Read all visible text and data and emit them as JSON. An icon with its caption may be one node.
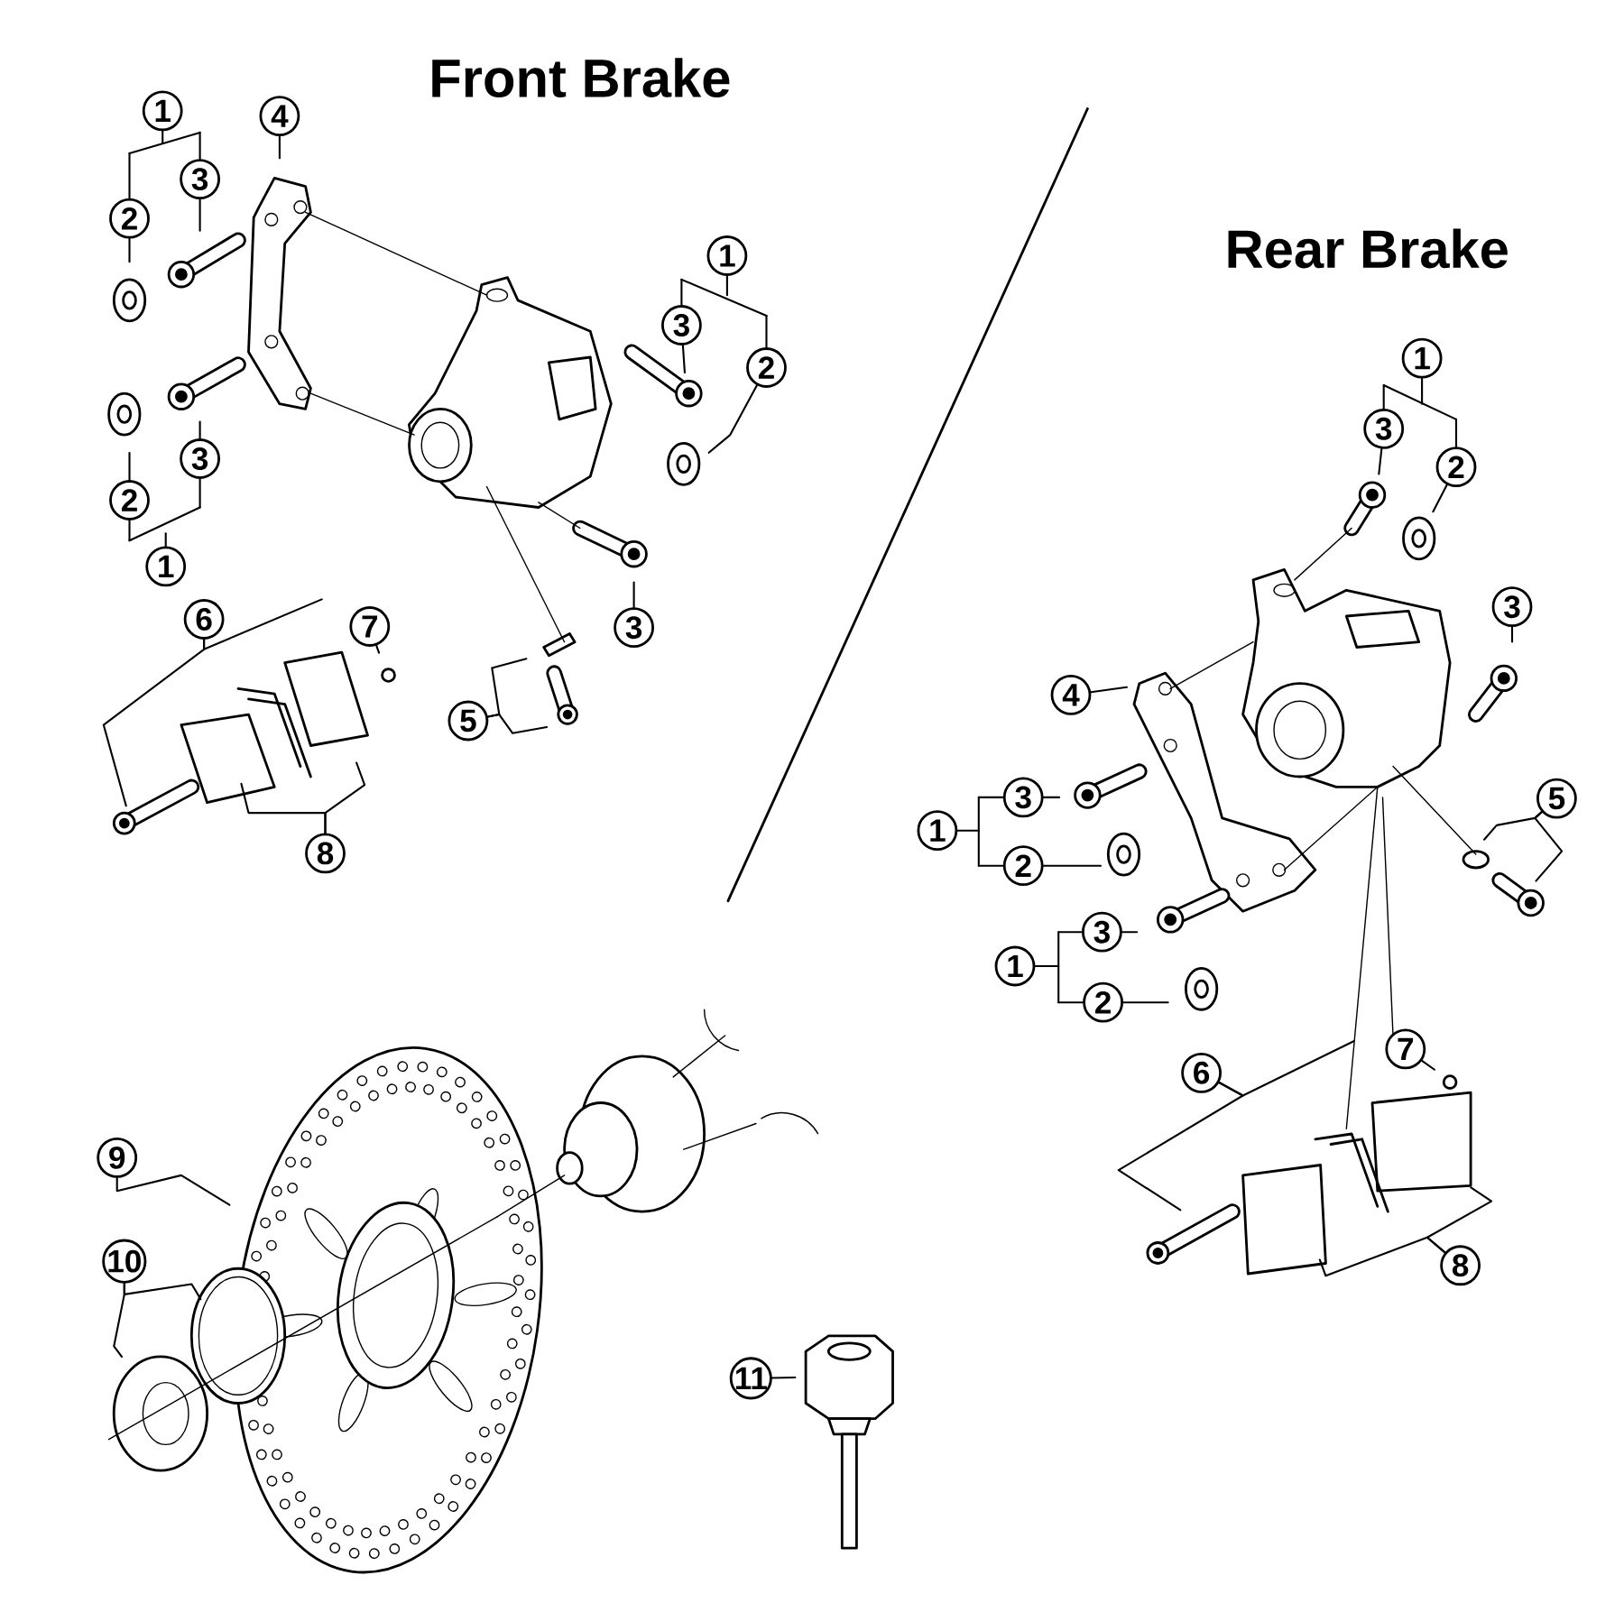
{
  "diagram": {
    "nodes": [
      {
        "text": [
          "1"
        ]
      },
      {
        "text": [
          "4"
        ]
      },
      {
        "text": [
          "3"
        ]
      },
      {
        "text": [
          "2"
        ]
      },
      {
        "text": [
          "1"
        ]
      },
      {
        "text": [
          "3"
        ]
      },
      {
        "text": [
          "2"
        ]
      },
      {
        "text": [
          "3"
        ]
      },
      {
        "text": [
          "2"
        ]
      },
      {
        "text": [
          "1"
        ]
      },
      {
        "text": [
          "6"
        ]
      },
      {
        "text": [
          "3"
        ]
      },
      {
        "text": [
          "7"
        ]
      },
      {
        "text": [
          "5"
        ]
      },
      {
        "text": [
          "8"
        ]
      },
      {
        "text": [
          "1"
        ]
      },
      {
        "text": [
          "3"
        ]
      },
      {
        "text": [
          "2"
        ]
      },
      {
        "text": [
          "3"
        ]
      },
      {
        "text": [
          "4"
        ]
      },
      {
        "text": [
          "3"
        ]
      },
      {
        "text": [
          "5"
        ]
      },
      {
        "text": [
          "1"
        ]
      },
      {
        "text": [
          "2"
        ]
      },
      {
        "text": [
          "3"
        ]
      },
      {
        "text": [
          "1"
        ]
      },
      {
        "text": [
          "2"
        ]
      },
      {
        "text": [
          "7"
        ]
      },
      {
        "text": [
          "6"
        ]
      },
      {
        "text": [
          "8"
        ]
      },
      {
        "text": [
          "9"
        ]
      },
      {
        "text": [
          "10"
        ]
      },
      {
        "text": [
          "11"
        ]
      }
    ],
    "edges": [
      {
        "from": 1,
        "to": null,
        "arrow": "none"
      },
      {
        "from": 2,
        "to": null,
        "arrow": "none"
      },
      {
        "from": 3,
        "to": null,
        "arrow": "none"
      },
      {
        "from": 5,
        "to": null,
        "arrow": "none"
      },
      {
        "from": 6,
        "to": null,
        "arrow": "none"
      },
      {
        "from": 7,
        "to": null,
        "arrow": "none"
      },
      {
        "from": 8,
        "to": null,
        "arrow": "none"
      },
      {
        "from": 10,
        "to": null,
        "arrow": "none"
      },
      {
        "from": 10,
        "to": null,
        "arrow": "none"
      },
      {
        "from": 12,
        "to": null,
        "arrow": "none"
      },
      {
        "from": 11,
        "to": null,
        "arrow": "none"
      },
      {
        "from": 13,
        "to": null,
        "arrow": "none"
      },
      {
        "from": 13,
        "to": null,
        "arrow": "none"
      },
      {
        "from": 14,
        "to": null,
        "arrow": "none"
      },
      {
        "from": 14,
        "to": null,
        "arrow": "none"
      },
      {
        "from": 16,
        "to": null,
        "arrow": "none"
      },
      {
        "from": 17,
        "to": null,
        "arrow": "none"
      },
      {
        "from": 18,
        "to": null,
        "arrow": "none"
      },
      {
        "from": 19,
        "to": null,
        "arrow": "none"
      },
      {
        "from": 20,
        "to": null,
        "arrow": "none"
      },
      {
        "from": 23,
        "to": null,
        "arrow": "none"
      },
      {
        "from": 21,
        "to": null,
        "arrow": "none"
      },
      {
        "from": 21,
        "to": null,
        "arrow": "none"
      },
      {
        "from": 24,
        "to": null,
        "arrow": "none"
      },
      {
        "from": 26,
        "to": null,
        "arrow": "none"
      },
      {
        "from": 27,
        "to": null,
        "arrow": "none"
      },
      {
        "from": 28,
        "to": null,
        "arrow": "none"
      },
      {
        "from": 28,
        "to": null,
        "arrow": "none"
      },
      {
        "from": 29,
        "to": null,
        "arrow": "none"
      },
      {
        "from": 29,
        "to": null,
        "arrow": "none"
      },
      {
        "from": 30,
        "to": null,
        "arrow": "none"
      },
      {
        "from": 31,
        "to": null,
        "arrow": "none"
      },
      {
        "from": 31,
        "to": null,
        "arrow": "none"
      },
      {
        "from": 32,
        "to": null,
        "arrow": "none"
      }
    ],
    "labels": [
      "Front Brake",
      "Rear Brake"
    ]
  }
}
